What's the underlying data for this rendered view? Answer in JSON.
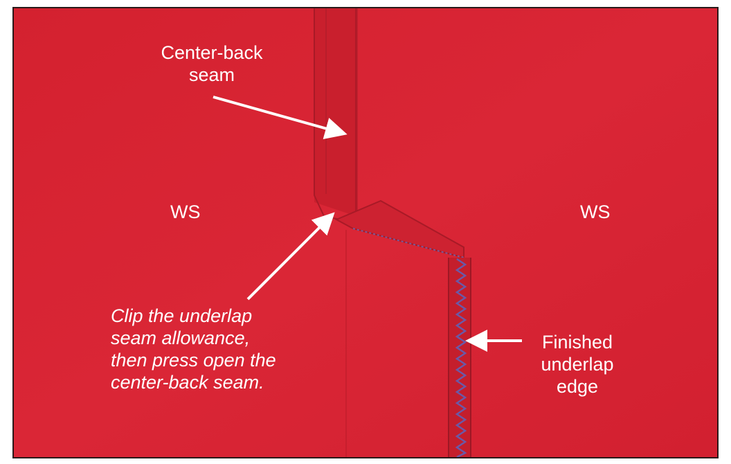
{
  "labels": {
    "center_back_seam": [
      "Center-back",
      "seam"
    ],
    "ws_left": "WS",
    "ws_right": "WS",
    "clip_note": [
      "Clip the underlap",
      "seam allowance,",
      "then press open the",
      "center-back seam."
    ],
    "finished_edge": [
      "Finished",
      "underlap",
      "edge"
    ]
  },
  "colors": {
    "fabric": "#d72433",
    "fabric_dark": "#b81d2b",
    "fabric_light": "#e02c3b",
    "stitching": "#5a4f9a",
    "text": "#ffffff"
  }
}
